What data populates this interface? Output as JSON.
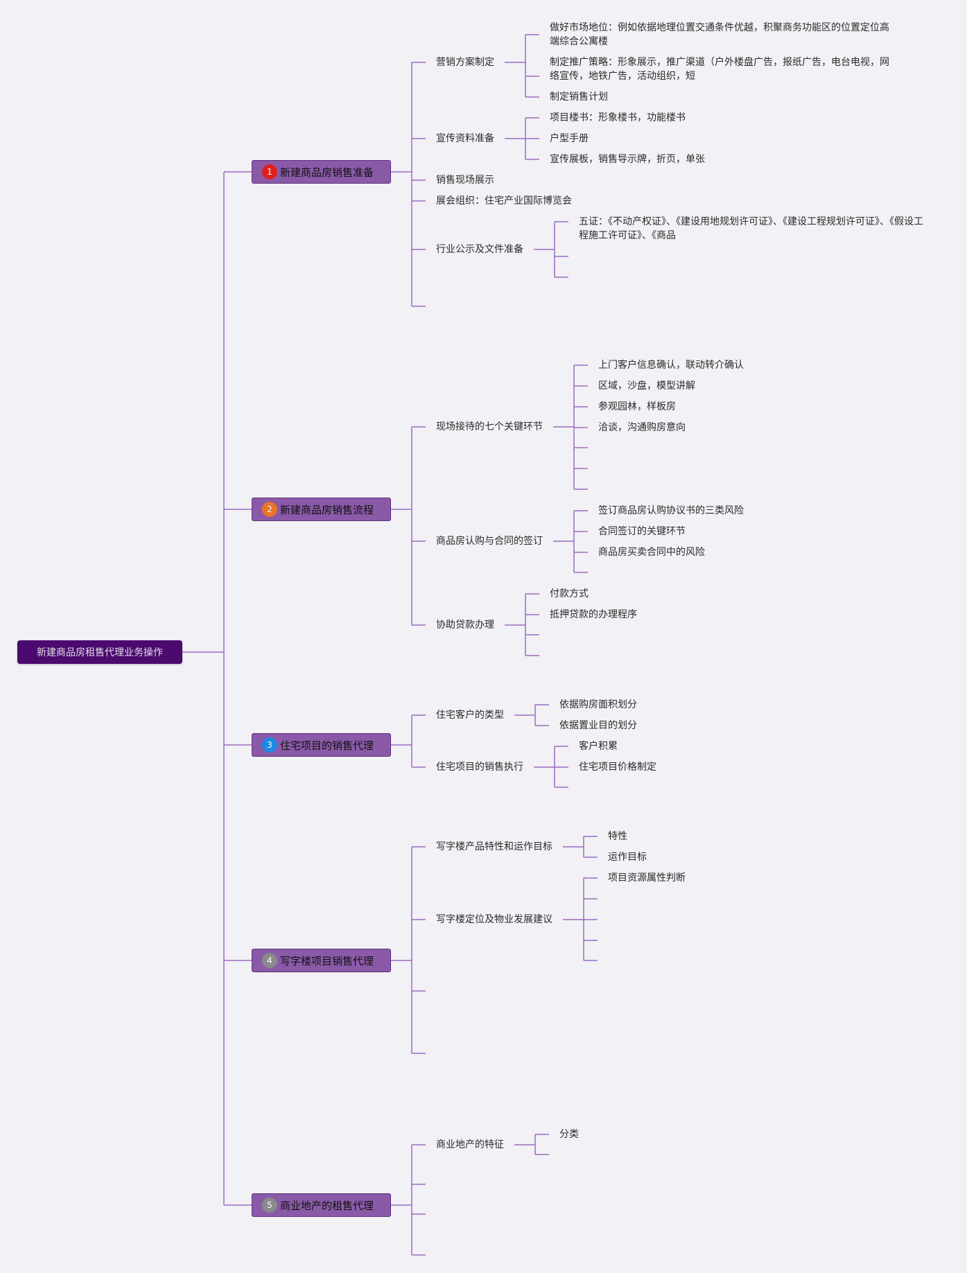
{
  "root": {
    "label": "新建商品房租售代理业务操作"
  },
  "branches": [
    {
      "badge": "1",
      "badge_color": "#e02020",
      "label": "新建商品房销售准备",
      "children": [
        {
          "label": "营销方案制定",
          "children": [
            {
              "label": "做好市场地位：例如依据地理位置交通条件优越，积聚商务功能区的位置定位高端综合公寓楼"
            },
            {
              "label": "制定推广策略：形象展示，推广渠道（户外楼盘广告，报纸广告，电台电视，网络宣传，地铁广告，活动组织，短"
            },
            {
              "label": "制定销售计划"
            }
          ]
        },
        {
          "label": "宣传资料准备",
          "children": [
            {
              "label": "项目楼书：形象楼书，功能楼书"
            },
            {
              "label": "户型手册"
            },
            {
              "label": "宣传展板，销售导示牌，折页，单张"
            }
          ]
        },
        {
          "label": "销售现场展示"
        },
        {
          "label": "展会组织：住宅产业国际博览会"
        },
        {
          "label": "行业公示及文件准备",
          "children": [
            {
              "label": "五证：《不动产权证》、《建设用地规划许可证》、《建设工程规划许可证》、《假设工程施工许可证》、《商品"
            },
            {
              "label": ""
            },
            {
              "label": ""
            }
          ]
        },
        {
          "label": ""
        }
      ]
    },
    {
      "badge": "2",
      "badge_color": "#e8742a",
      "label": "新建商品房销售流程",
      "children": [
        {
          "label": "现场接待的七个关键环节",
          "children": [
            {
              "label": "上门客户信息确认，联动转介确认"
            },
            {
              "label": "区域，沙盘，模型讲解"
            },
            {
              "label": "参观园林，样板房"
            },
            {
              "label": "洽谈，沟通购房意向"
            },
            {
              "label": ""
            },
            {
              "label": ""
            },
            {
              "label": ""
            }
          ]
        },
        {
          "label": "商品房认购与合同的签订",
          "children": [
            {
              "label": "签订商品房认购协议书的三类风险"
            },
            {
              "label": "合同签订的关键环节"
            },
            {
              "label": "商品房买卖合同中的风险"
            },
            {
              "label": ""
            }
          ]
        },
        {
          "label": "协助贷款办理",
          "children": [
            {
              "label": "付款方式"
            },
            {
              "label": "抵押贷款的办理程序"
            },
            {
              "label": ""
            },
            {
              "label": ""
            }
          ]
        }
      ]
    },
    {
      "badge": "3",
      "badge_color": "#1e88e5",
      "label": "住宅项目的销售代理",
      "children": [
        {
          "label": "住宅客户的类型",
          "children": [
            {
              "label": "依据购房面积划分"
            },
            {
              "label": "依据置业目的划分"
            }
          ]
        },
        {
          "label": "住宅项目的销售执行",
          "children": [
            {
              "label": "客户积累"
            },
            {
              "label": "住宅项目价格制定"
            },
            {
              "label": ""
            }
          ]
        }
      ]
    },
    {
      "badge": "4",
      "badge_color": "#8a8a8a",
      "label": "写字楼项目销售代理",
      "children": [
        {
          "label": "写字楼产品特性和运作目标",
          "children": [
            {
              "label": "特性"
            },
            {
              "label": "运作目标"
            }
          ]
        },
        {
          "label": "写字楼定位及物业发展建议",
          "children": [
            {
              "label": "项目资源属性判断"
            },
            {
              "label": ""
            },
            {
              "label": ""
            },
            {
              "label": ""
            },
            {
              "label": ""
            }
          ]
        },
        {
          "label": ""
        },
        {
          "label": ""
        }
      ]
    },
    {
      "badge": "5",
      "badge_color": "#8a8a8a",
      "label": "商业地产的租售代理",
      "children": [
        {
          "label": "商业地产的特征",
          "children": [
            {
              "label": "分类"
            },
            {
              "label": ""
            }
          ]
        },
        {
          "label": ""
        },
        {
          "label": ""
        },
        {
          "label": ""
        }
      ]
    }
  ],
  "colors": {
    "connector": "#9b6bc0",
    "root_fill": "#4a0a6e",
    "branch_fill": "#8a5aa8"
  }
}
